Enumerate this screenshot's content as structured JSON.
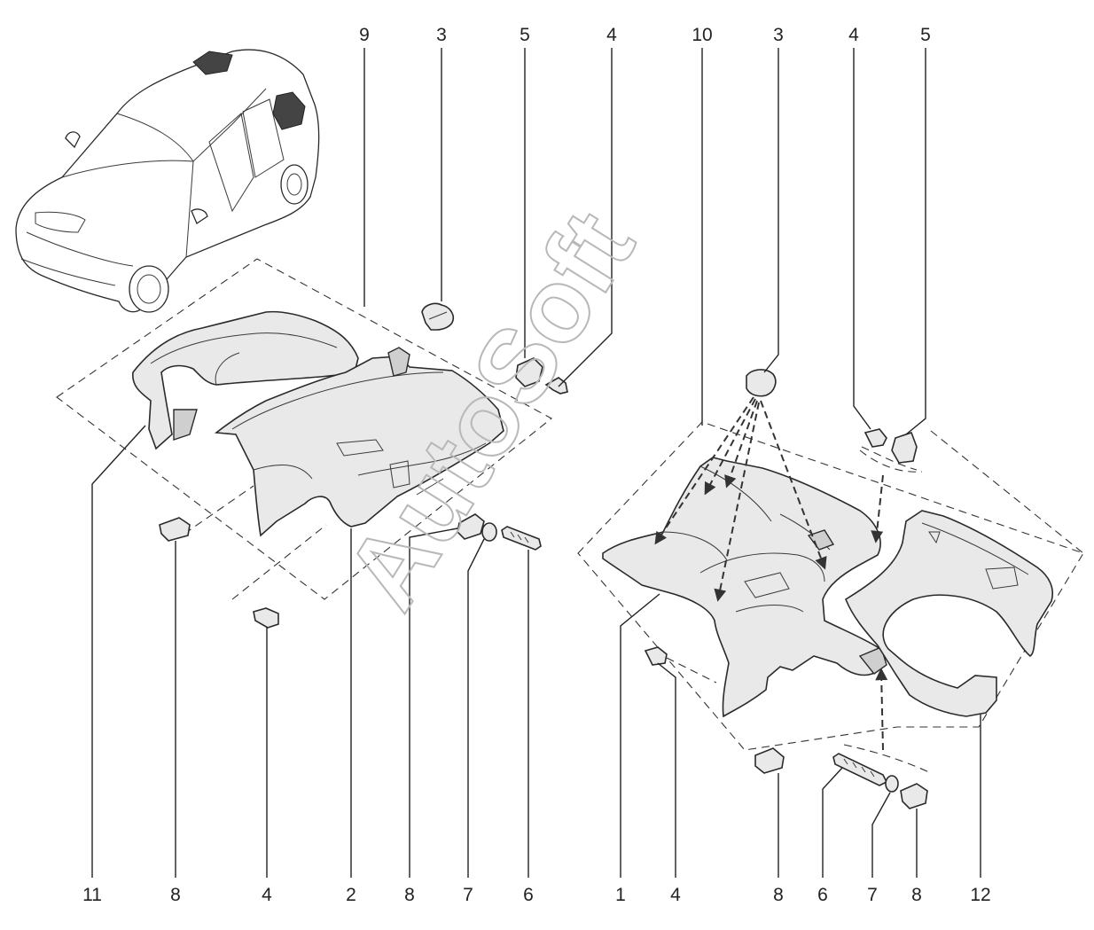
{
  "diagram": {
    "watermark": "AutoSoft",
    "top_callouts": [
      "9",
      "3",
      "5",
      "4",
      "10",
      "3",
      "4",
      "5"
    ],
    "bottom_callouts": [
      "11",
      "8",
      "4",
      "2",
      "8",
      "7",
      "6",
      "1",
      "4",
      "8",
      "6",
      "7",
      "8",
      "12"
    ]
  }
}
